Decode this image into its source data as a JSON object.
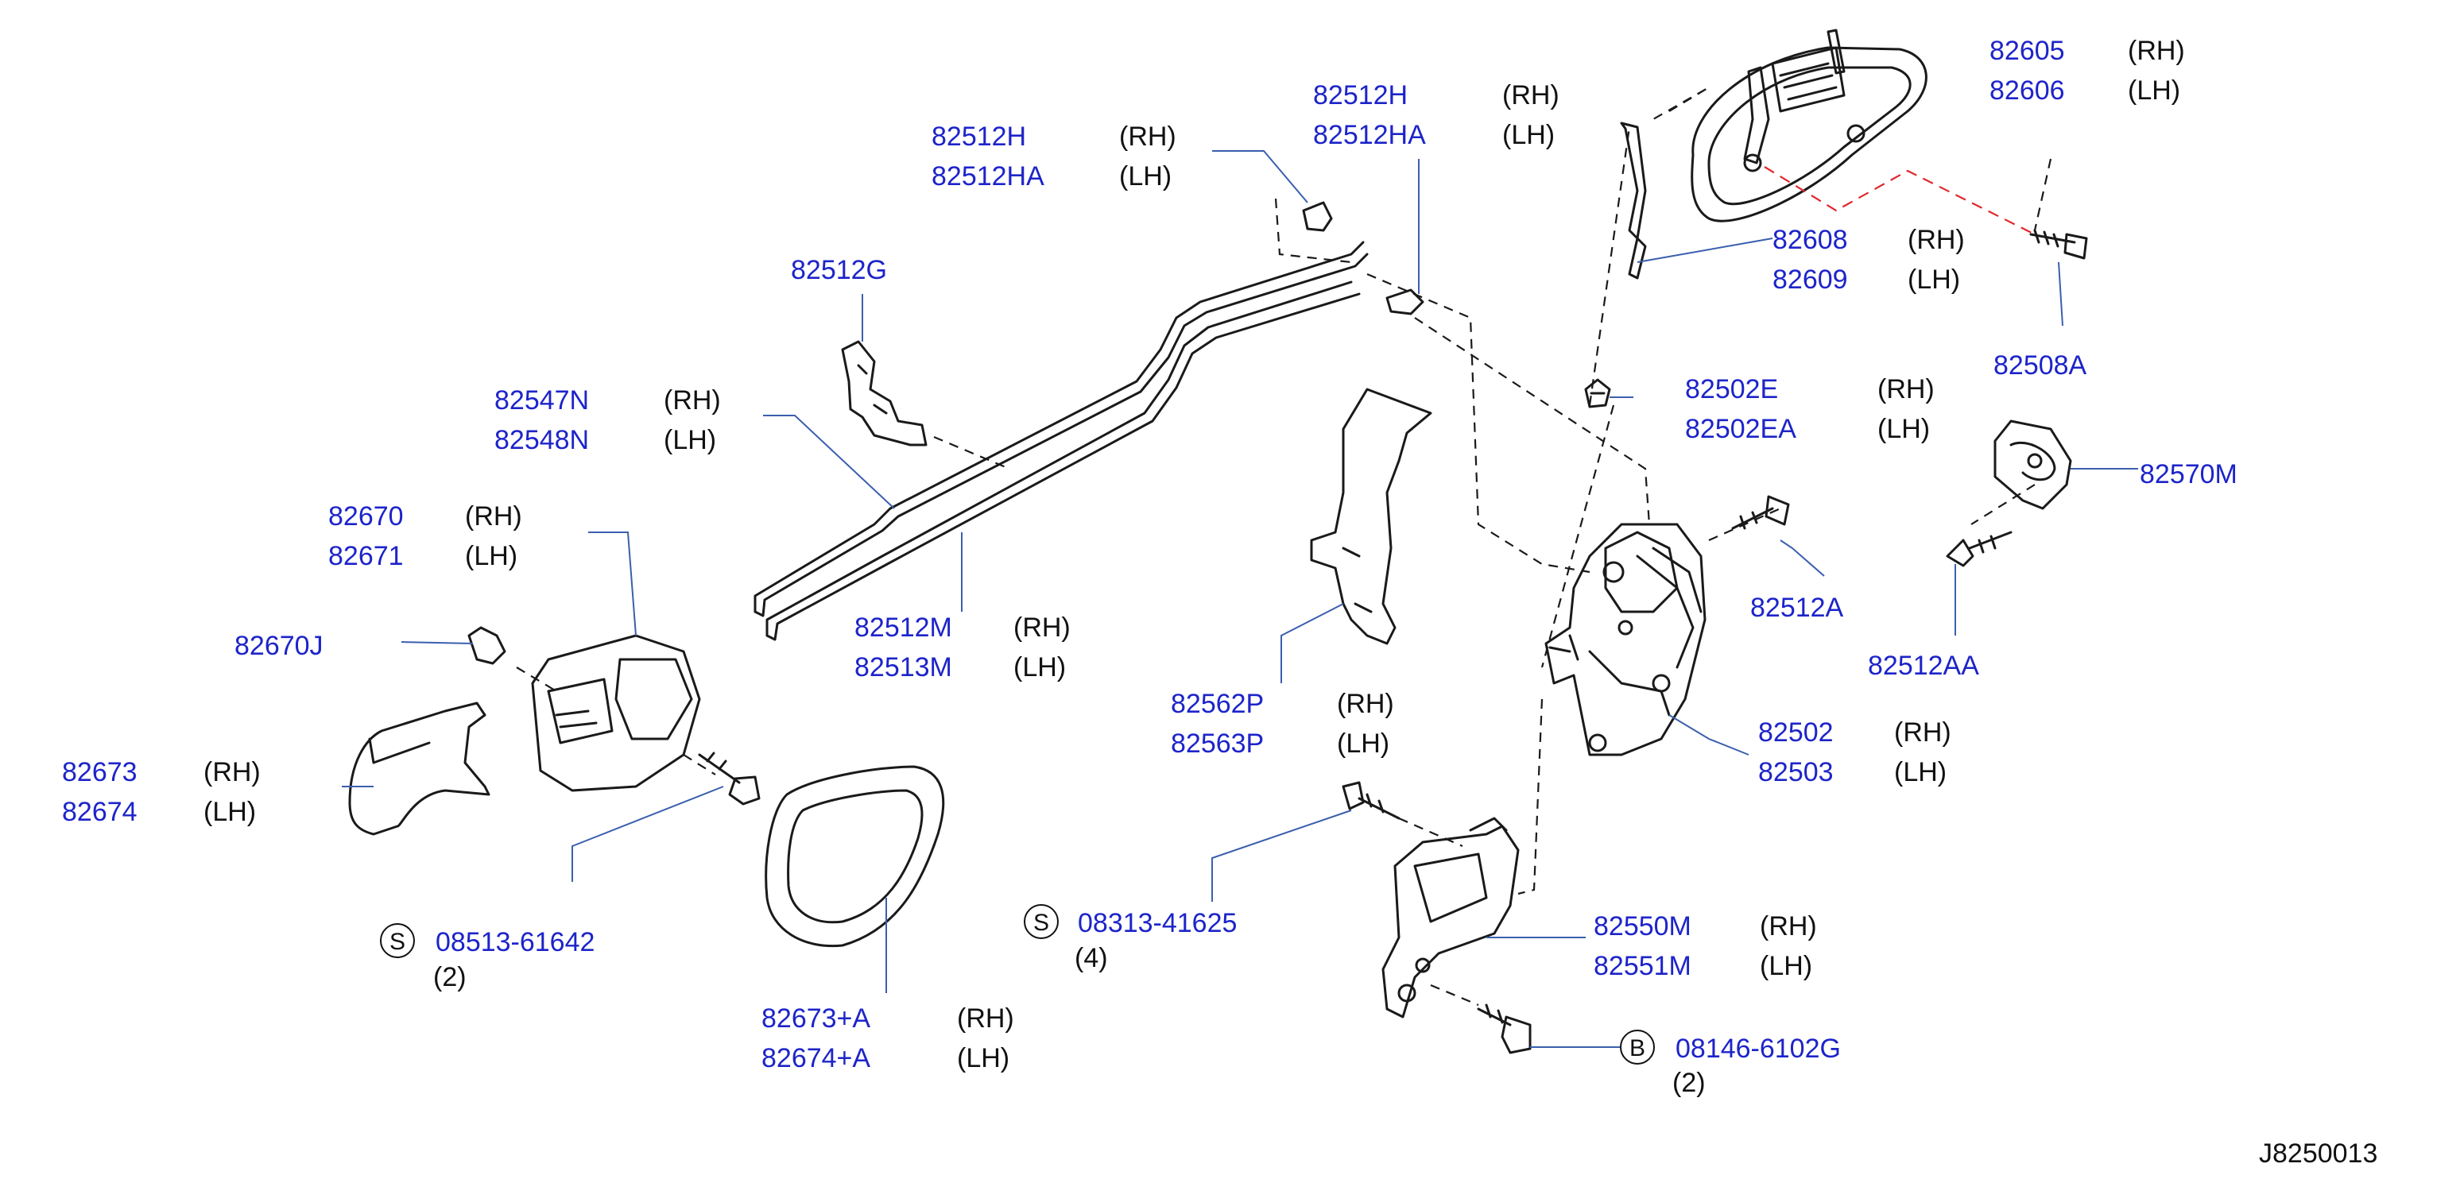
{
  "callouts": {
    "c82605": {
      "rh": "82605",
      "rh_side": "(RH)",
      "lh": "82606",
      "lh_side": "(LH)"
    },
    "c82512h_top": {
      "rh": "82512H",
      "rh_side": "(RH)",
      "lh": "82512HA",
      "lh_side": "(LH)"
    },
    "c82512h_left": {
      "rh": "82512H",
      "rh_side": "(RH)",
      "lh": "82512HA",
      "lh_side": "(LH)"
    },
    "c82512g": {
      "pn": "82512G"
    },
    "c82608": {
      "rh": "82608",
      "rh_side": "(RH)",
      "lh": "82609",
      "lh_side": "(LH)"
    },
    "c82508a": {
      "pn": "82508A"
    },
    "c82547n": {
      "rh": "82547N",
      "rh_side": "(RH)",
      "lh": "82548N",
      "lh_side": "(LH)"
    },
    "c82502e": {
      "rh": "82502E",
      "rh_side": "(RH)",
      "lh": "82502EA",
      "lh_side": "(LH)"
    },
    "c82570m": {
      "pn": "82570M"
    },
    "c82670": {
      "rh": "82670",
      "rh_side": "(RH)",
      "lh": "82671",
      "lh_side": "(LH)"
    },
    "c82512m": {
      "rh": "82512M",
      "rh_side": "(RH)",
      "lh": "82513M",
      "lh_side": "(LH)"
    },
    "c82512a": {
      "pn": "82512A"
    },
    "c82670j": {
      "pn": "82670J"
    },
    "c82512aa": {
      "pn": "82512AA"
    },
    "c82562p": {
      "rh": "82562P",
      "rh_side": "(RH)",
      "lh": "82563P",
      "lh_side": "(LH)"
    },
    "c82502": {
      "rh": "82502",
      "rh_side": "(RH)",
      "lh": "82503",
      "lh_side": "(LH)"
    },
    "c82673": {
      "rh": "82673",
      "rh_side": "(RH)",
      "lh": "82674",
      "lh_side": "(LH)"
    },
    "c08313": {
      "badge": "S",
      "pn": "08313-41625",
      "qty": "(4)"
    },
    "c82550m": {
      "rh": "82550M",
      "rh_side": "(RH)",
      "lh": "82551M",
      "lh_side": "(LH)"
    },
    "c08513": {
      "badge": "S",
      "pn": "08513-61642",
      "qty": "(2)"
    },
    "c82673a": {
      "rh": "82673+A",
      "rh_side": "(RH)",
      "lh": "82674+A",
      "lh_side": "(LH)"
    },
    "c08146": {
      "badge": "B",
      "pn": "08146-6102G",
      "qty": "(2)"
    }
  },
  "diagram_ref": "J8250013",
  "colors": {
    "part_number": "#1d24c9",
    "text": "#111111",
    "line": "#1a1a1a",
    "leader": "#3a5fae",
    "dash_red": "#e0282e"
  }
}
